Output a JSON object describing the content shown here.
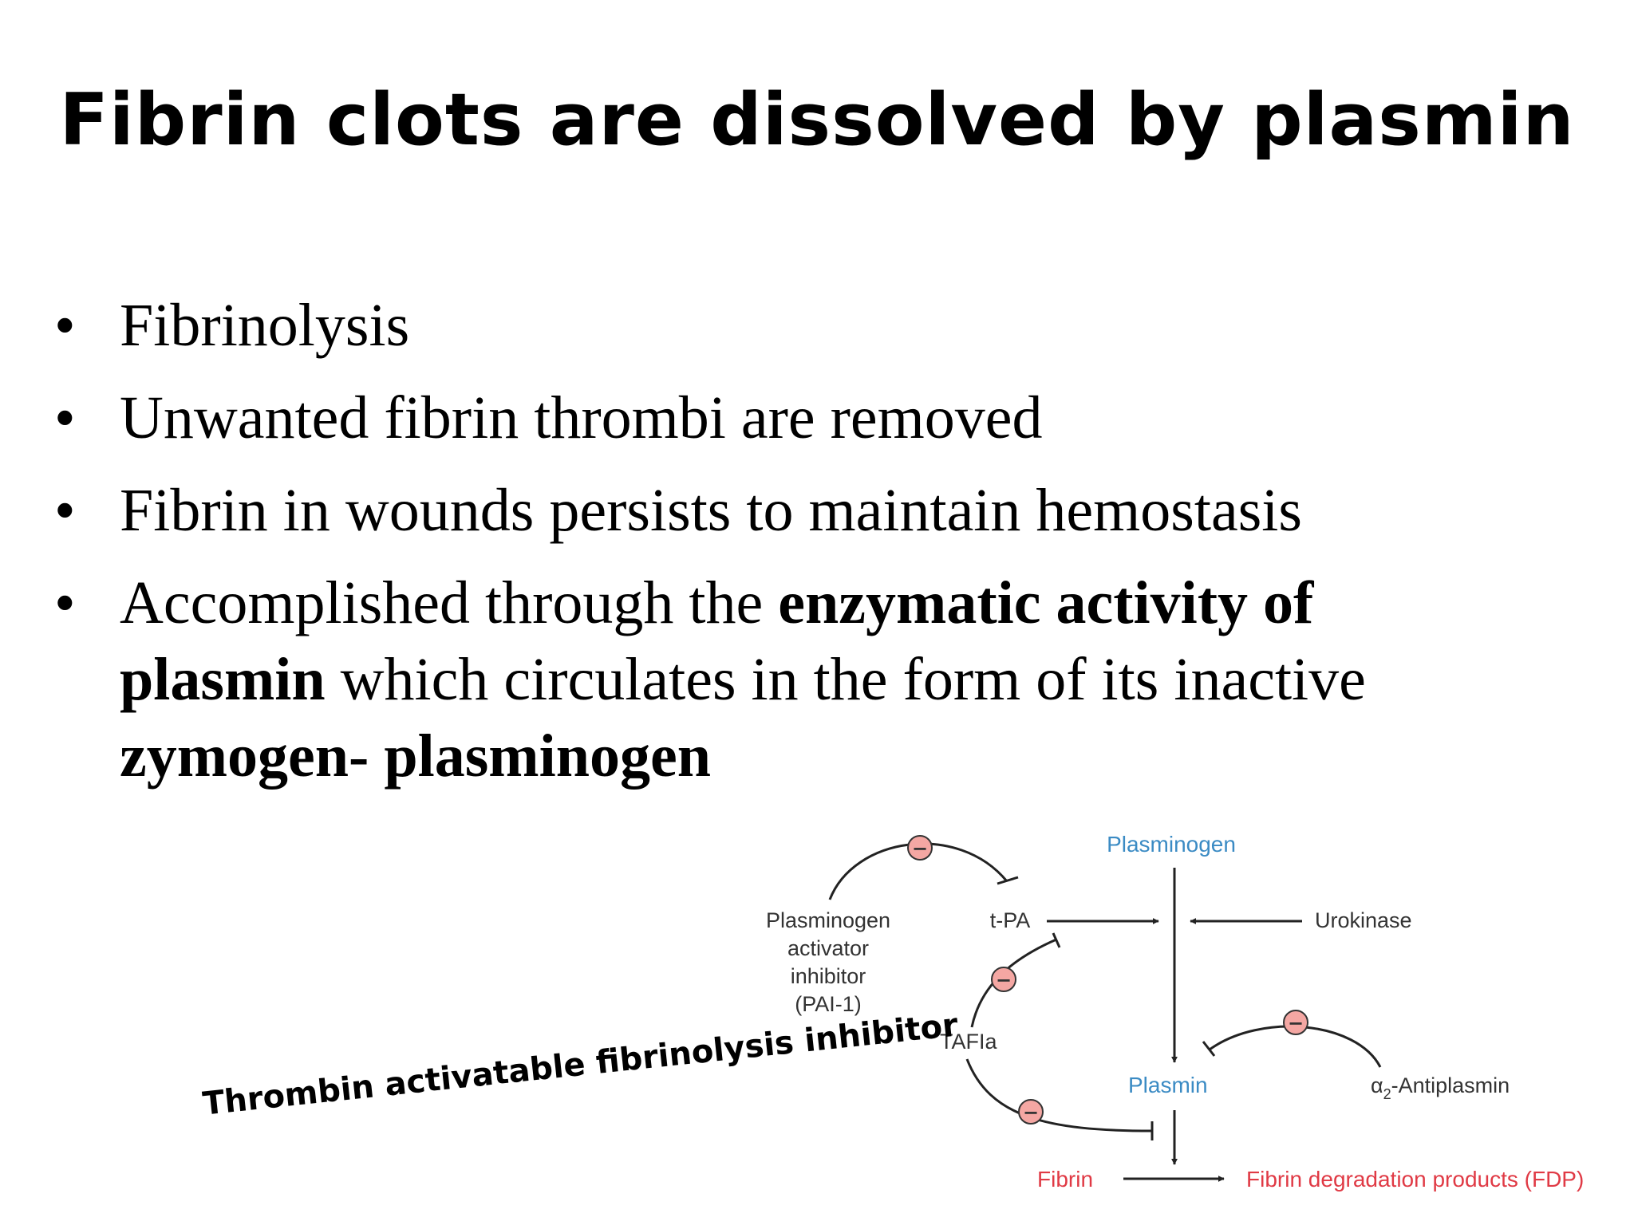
{
  "slide": {
    "title": "Fibrin clots are dissolved by plasmin",
    "bullets": {
      "b1": "Fibrinolysis",
      "b2": "Unwanted fibrin thrombi are removed",
      "b3": "Fibrin in wounds persists to maintain hemostasis",
      "b4_part1": "Accomplished through the ",
      "b4_bold1": "enzymatic activity of",
      "b4_bold2": "plasmin",
      "b4_part2": " which circulates in the form of its inactive",
      "b4_bold3": "zymogen- plasminogen"
    },
    "bullet_symbol": "•",
    "caption": "Thrombin activatable fibrinolysis inhibitor"
  },
  "diagram": {
    "plasminogen": "Plasminogen",
    "tpa": "t-PA",
    "urokinase": "Urokinase",
    "pai_line1": "Plasminogen",
    "pai_line2": "activator",
    "pai_line3": "inhibitor",
    "pai_line4": "(PAI-1)",
    "tafia": "TAFIa",
    "plasmin": "Plasmin",
    "antiplasmin_alpha": "α",
    "antiplasmin_sub": "2",
    "antiplasmin_rest": "-Antiplasmin",
    "fibrin": "Fibrin",
    "fdp": "Fibrin degradation products (FDP)",
    "inhibit_symbol": "−",
    "colors": {
      "blue": "#3b8bc4",
      "red": "#e03a45",
      "inhibit_fill": "#f4a7a3"
    }
  }
}
